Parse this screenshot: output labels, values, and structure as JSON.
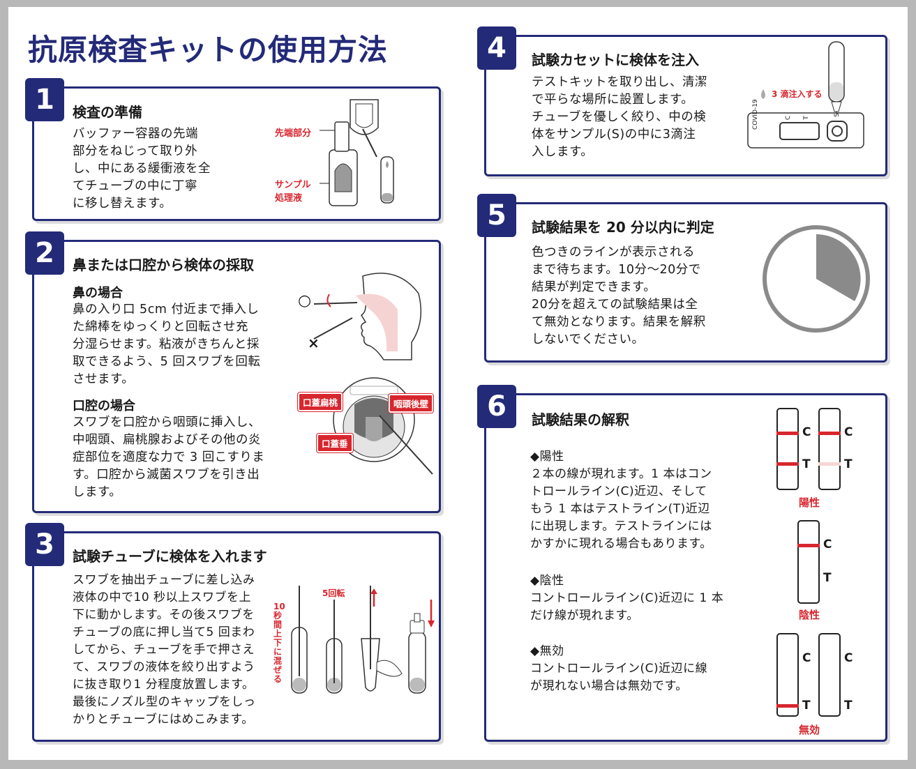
{
  "title": "抗原検査キットの使用方法",
  "steps": {
    "s1": {
      "num": "1",
      "heading": "検査の準備",
      "lines": [
        "バッファー容器の先端",
        "部分をねじって取り外",
        "し、中にある緩衝液を全",
        "てチューブの中に丁寧",
        "に移し替えます。"
      ],
      "label_tip": "先端部分",
      "label_sample": "サンプル",
      "label_sample2": "処理液"
    },
    "s2": {
      "num": "2",
      "heading": "鼻または口腔から検体の採取",
      "nose_head": "鼻の場合",
      "nose_lines": [
        "鼻の入り口 5cm 付近まで挿入し",
        "た綿棒をゆっくりと回転させ充",
        "分湿らせます。粘液がきちんと採",
        "取できるよう、5 回スワブを回転",
        "させます。"
      ],
      "mouth_head": "口腔の場合",
      "mouth_lines": [
        "スワブを口腔から咽頭に挿入し、",
        "中咽頭、扁桃腺およびその他の炎",
        "症部位を適度な力で 3 回こすりま",
        "す。口腔から滅菌スワブを引き出",
        "します。"
      ],
      "mark_ok": "○",
      "mark_ng": "×",
      "tag_tonsil": "口蓋扁桃",
      "tag_pharynx": "咽頭後壁",
      "tag_uvula": "口蓋垂"
    },
    "s3": {
      "num": "3",
      "heading": "試験チューブに検体を入れます",
      "lines": [
        "スワブを抽出チューブに差し込み",
        "液体の中で10 秒以上スワブを上",
        "下に動かします。その後スワブを",
        "チューブの底に押し当て5 回まわ",
        "してから、チューブを手で押さえ",
        "て、スワブの液体を絞り出すよう",
        "に抜き取り1 分程度放置します。",
        "最後にノズル型のキャップをしっ",
        "かりとチューブにはめこみます。"
      ],
      "label_mix": "10秒間上下に混ぜる",
      "label_rotate": "5回転"
    },
    "s4": {
      "num": "4",
      "heading": "試験カセットに検体を注入",
      "lines": [
        "テストキットを取り出し、清潔",
        "で平らな場所に設置します。",
        "チューブを優しく絞り、中の検",
        "体をサンプル(S)の中に3滴注",
        "入します。"
      ],
      "label_drops": "3 滴注入する",
      "cassette_brand": "COVID-19",
      "cassette_c": "C",
      "cassette_t": "T",
      "cassette_s": "S"
    },
    "s5": {
      "num": "5",
      "heading": "試験結果を 20 分以内に判定",
      "lines": [
        "色つきのラインが表示される",
        "まで待ちます。10分〜20分で",
        "結果が判定できます。",
        "20分を超えての試験結果は全",
        "て無効となります。結果を解釈",
        "しないでください。"
      ]
    },
    "s6": {
      "num": "6",
      "heading": "試験結果の解釈",
      "pos_head": "◆陽性",
      "pos_lines": [
        "２本の線が現れます。1 本はコン",
        "トロールライン(C)近辺、そして",
        "もう 1 本はテストライン(T)近辺",
        "に出現します。テストラインには",
        "かすかに現れる場合もあります。"
      ],
      "neg_head": "◆陰性",
      "neg_lines": [
        "コントロールライン(C)近辺に 1 本",
        "だけ線が現れます。"
      ],
      "inv_head": "◆無効",
      "inv_lines": [
        "コントロールライン(C)近辺に線",
        "が現れない場合は無効です。"
      ],
      "c": "C",
      "t": "T",
      "cap_pos": "陽性",
      "cap_neg": "陰性",
      "cap_inv": "無効"
    }
  },
  "colors": {
    "navy": "#232a78",
    "red": "#d8262e"
  }
}
